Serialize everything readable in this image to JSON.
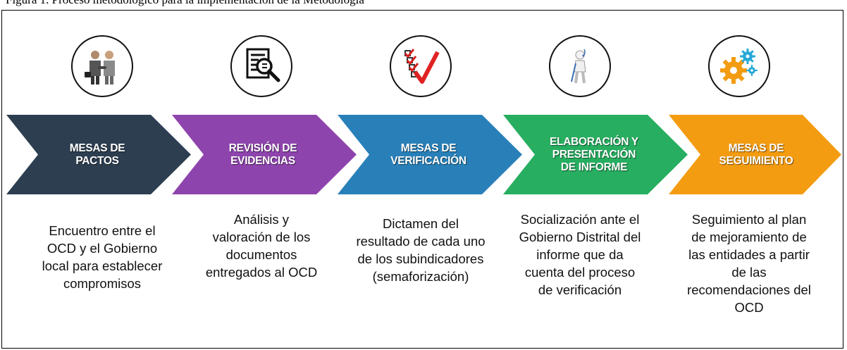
{
  "caption": "Figura 1. Proceso metodológico para la implementación de la Metodología",
  "steps": [
    {
      "title": "MESAS DE\nPACTOS",
      "description": "Encuentro entre el\nOCD y el Gobierno\nlocal para establecer\ncompromisos",
      "color": "#2c3e50",
      "icon": "handshake-icon"
    },
    {
      "title": "REVISIÓN DE\nEVIDENCIAS",
      "description": "Análisis y\nvaloración  de los\ndocumentos\nentregados al OCD",
      "color": "#8e44ad",
      "icon": "document-magnifier-icon"
    },
    {
      "title": "MESAS DE\nVERIFICACIÓN",
      "description": "Dictamen del\nresultado de cada uno\nde los subindicadores\n(semaforización)",
      "color": "#2980b9",
      "icon": "checklist-icon"
    },
    {
      "title": "ELABORACIÓN  Y\nPRESENTACIÓN\nDE INFORME",
      "description": "Socialización  ante el\nGobierno Distrital del\ninforme que da\ncuenta del proceso\nde verificación",
      "color": "#27ae60",
      "icon": "presenter-icon"
    },
    {
      "title": "MESAS DE\nSEGUIMIENTO",
      "description": "Seguimiento al plan\nde mejoramiento de\nlas entidades a partir\nde las\nrecomendaciones del\nOCD",
      "color": "#f39c12",
      "icon": "gears-icon"
    }
  ]
}
